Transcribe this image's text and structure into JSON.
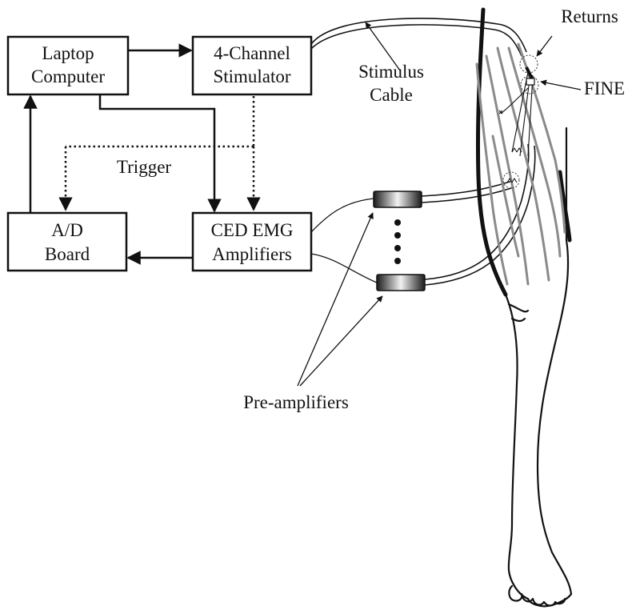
{
  "blocks": {
    "laptop": {
      "line1": "Laptop",
      "line2": "Computer"
    },
    "stimulator": {
      "line1": "4-Channel",
      "line2": "Stimulator"
    },
    "ad_board": {
      "line1": "A/D",
      "line2": "Board"
    },
    "emg": {
      "line1": "CED EMG",
      "line2": "Amplifiers"
    }
  },
  "labels": {
    "trigger": "Trigger",
    "stimulus_line1": "Stimulus",
    "stimulus_line2": "Cable",
    "returns": "Returns",
    "fine": "FINE",
    "preamps": "Pre-amplifiers"
  },
  "colors": {
    "line": "#111111",
    "muscle": "#8a8a8a"
  }
}
